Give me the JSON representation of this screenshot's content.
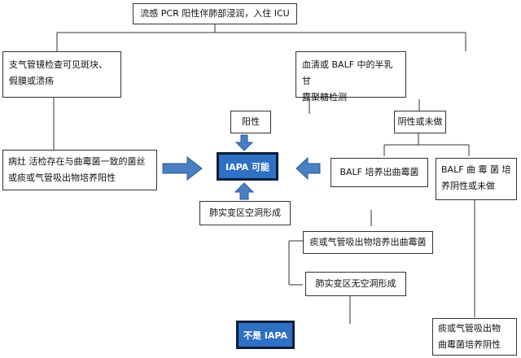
{
  "nodes": {
    "top": "流感 PCR 阳性伴肺部浸润，入住 ICU",
    "bronchoscopy": "支气管镜检查可见斑块、\n假膜或溃疡",
    "serum_balf": "血清或 BALF 中的半乳甘\n露聚糖检测",
    "biopsy": "病灶 活检存在与曲霉菌一致的菌丝\n或痰或气管吸出物培养阳性",
    "positive": "阳性",
    "iapa_possible": "IAPA 可能",
    "cavity": "肺实变区空洞形成",
    "negative_or_not_done": "阴性或未做",
    "balf_culture_pos": "BALF 培养出曲霉菌",
    "balf_culture_neg": "BALF 曲 霉 菌 培\n养阴性或未做",
    "sputum_culture_pos": "痰或气管吸出物培养出曲霉菌",
    "no_cavity": "肺实变区无空洞形成",
    "not_iapa": "不是 IAPA",
    "sputum_culture_neg": "痰或气管吸出物\n曲霉菌培养阴性"
  },
  "colors": {
    "highlight_fill": "#2e70c4",
    "highlight_border": "#0d1f3a",
    "arrow_fill": "#4a7fc1",
    "line": "#333333"
  }
}
